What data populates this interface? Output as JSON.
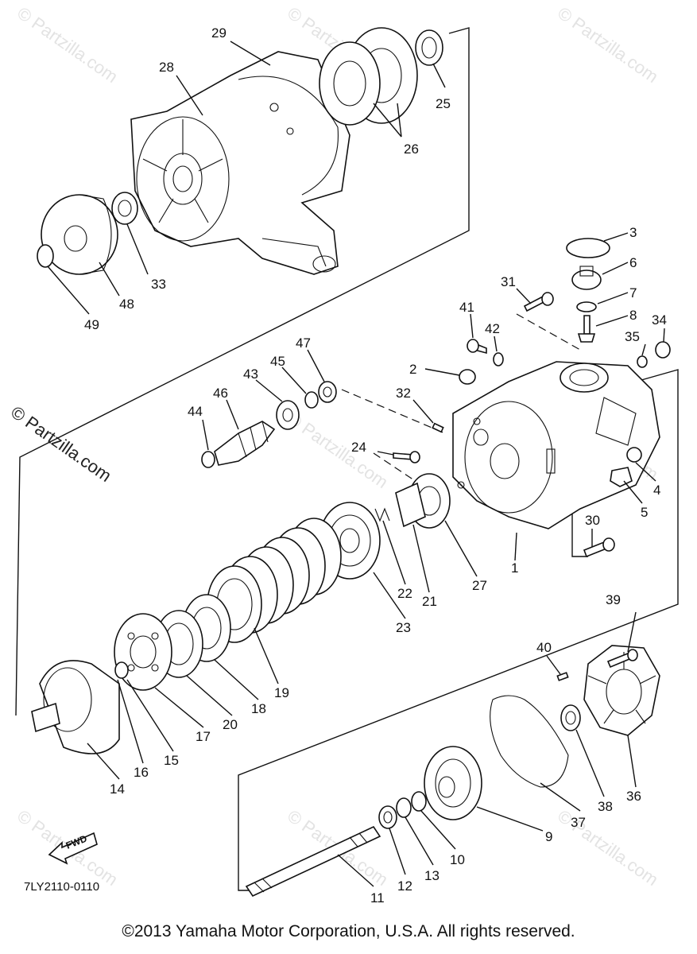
{
  "watermark": {
    "brand": "© Partzilla.com",
    "side_label": "© Partzilla.com"
  },
  "drawing_code": "7LY2110-0110",
  "fwd_label": "FWD",
  "footer": "©2013 Yamaha Motor Corporation, U.S.A. All rights reserved.",
  "callouts": [
    {
      "id": "1",
      "text": "1"
    },
    {
      "id": "2",
      "text": "2"
    },
    {
      "id": "3",
      "text": "3"
    },
    {
      "id": "4",
      "text": "4"
    },
    {
      "id": "5",
      "text": "5"
    },
    {
      "id": "6",
      "text": "6"
    },
    {
      "id": "7",
      "text": "7"
    },
    {
      "id": "8",
      "text": "8"
    },
    {
      "id": "9",
      "text": "9"
    },
    {
      "id": "10",
      "text": "10"
    },
    {
      "id": "11",
      "text": "11"
    },
    {
      "id": "12",
      "text": "12"
    },
    {
      "id": "13",
      "text": "13"
    },
    {
      "id": "14",
      "text": "14"
    },
    {
      "id": "15",
      "text": "15"
    },
    {
      "id": "16",
      "text": "16"
    },
    {
      "id": "17",
      "text": "17"
    },
    {
      "id": "18",
      "text": "18"
    },
    {
      "id": "19",
      "text": "19"
    },
    {
      "id": "20",
      "text": "20"
    },
    {
      "id": "21",
      "text": "21"
    },
    {
      "id": "22",
      "text": "22"
    },
    {
      "id": "23",
      "text": "23"
    },
    {
      "id": "24",
      "text": "24"
    },
    {
      "id": "25",
      "text": "25"
    },
    {
      "id": "26",
      "text": "26"
    },
    {
      "id": "27",
      "text": "27"
    },
    {
      "id": "28",
      "text": "28"
    },
    {
      "id": "29",
      "text": "29"
    },
    {
      "id": "30",
      "text": "30"
    },
    {
      "id": "31",
      "text": "31"
    },
    {
      "id": "32",
      "text": "32"
    },
    {
      "id": "33",
      "text": "33"
    },
    {
      "id": "34",
      "text": "34"
    },
    {
      "id": "35",
      "text": "35"
    },
    {
      "id": "36",
      "text": "36"
    },
    {
      "id": "37",
      "text": "37"
    },
    {
      "id": "38",
      "text": "38"
    },
    {
      "id": "39",
      "text": "39"
    },
    {
      "id": "40",
      "text": "40"
    },
    {
      "id": "41",
      "text": "41"
    },
    {
      "id": "42",
      "text": "42"
    },
    {
      "id": "43",
      "text": "43"
    },
    {
      "id": "44",
      "text": "44"
    },
    {
      "id": "45",
      "text": "45"
    },
    {
      "id": "46",
      "text": "46"
    },
    {
      "id": "47",
      "text": "47"
    },
    {
      "id": "48",
      "text": "48"
    },
    {
      "id": "49",
      "text": "49"
    }
  ]
}
